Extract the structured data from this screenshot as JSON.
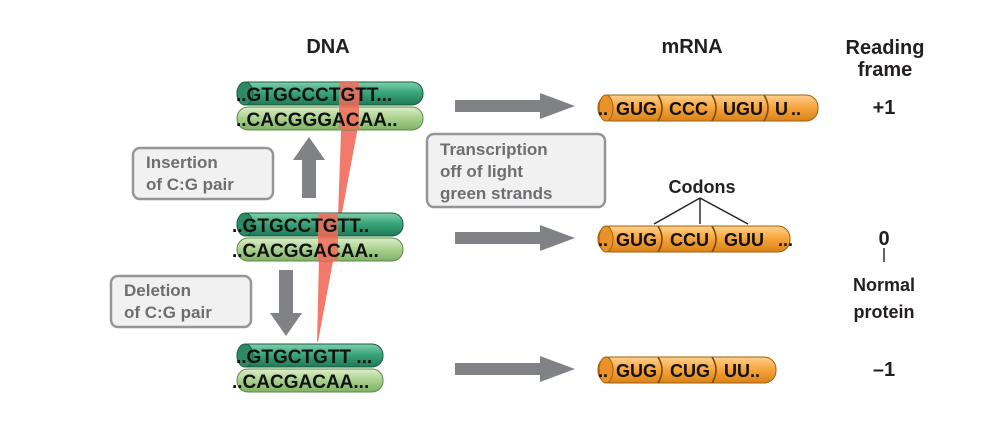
{
  "headers": {
    "dna": "DNA",
    "mrna": "mRNA",
    "reading_frame_line1": "Reading",
    "reading_frame_line2": "frame"
  },
  "rows": [
    {
      "id": "insertion",
      "dna_top": "..GTGCCCTGTT...",
      "dna_bottom": "..CACGGGACAA..",
      "codons": [
        "GUG",
        "CCC",
        "UGU",
        "U"
      ],
      "mrna_prefix": "..",
      "mrna_suffix": "..",
      "frame": "+1"
    },
    {
      "id": "normal",
      "dna_top": "..GTGCCTGTT..",
      "dna_bottom": "..CACGGACAA..",
      "codons": [
        "GUG",
        "CCU",
        "GUU"
      ],
      "mrna_prefix": "..",
      "mrna_suffix": "...",
      "frame": "0"
    },
    {
      "id": "deletion",
      "dna_top": "..GTGCTGTT ...",
      "dna_bottom": "..CACGACAA...",
      "codons": [
        "GUG",
        "CUG",
        "UU"
      ],
      "mrna_prefix": "..",
      "mrna_suffix": "..",
      "frame": "–1"
    }
  ],
  "labels": {
    "insertion_line1": "Insertion",
    "insertion_line2": "of C:G pair",
    "deletion_line1": "Deletion",
    "deletion_line2": "of C:G pair",
    "transcription_line1": "Transcription",
    "transcription_line2": "off of light",
    "transcription_line3": "green strands",
    "codons": "Codons",
    "normal_line1": "Normal",
    "normal_line2": "protein"
  },
  "colors": {
    "dark_green": "#3aa57a",
    "light_green": "#a8d08d",
    "orange": "#f5a33a",
    "highlight": "#f26b5b",
    "arrow": "#808285",
    "box_border": "#939598",
    "box_fill": "#f1f1f2"
  }
}
